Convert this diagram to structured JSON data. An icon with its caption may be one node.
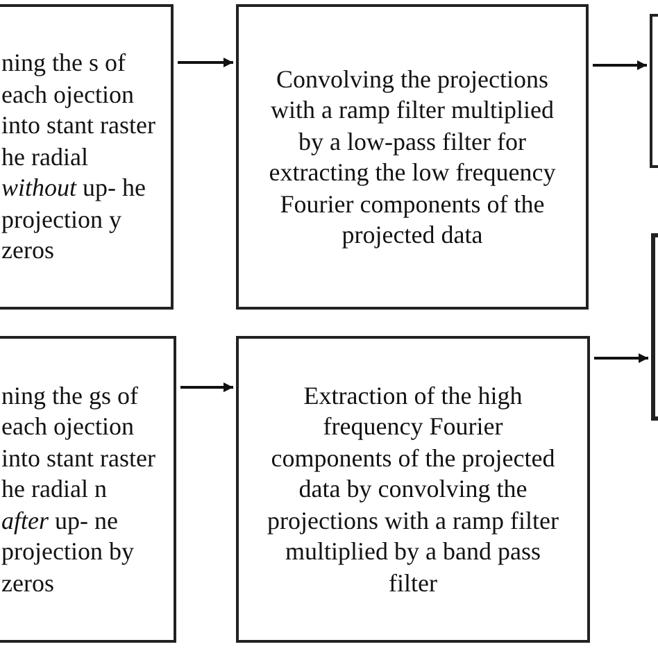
{
  "diagram": {
    "nodes": [
      {
        "text": [
          "ning the s of each ojection into stant raster he radial *without* up- he projection y zeros"
        ]
      },
      {
        "text": [
          "Convolving the projections with a ramp filter multiplied by a low-pass filter for extracting the low frequency Fourier components of the projected data"
        ]
      },
      {
        "text": [],
        "shape": "box"
      },
      {
        "text": [
          "ning the gs of each ojection into stant raster he radial n *after* up- ne projection by zeros"
        ]
      },
      {
        "text": [
          "Extraction of the high frequency Fourier components of the projected data by convolving the projections with a ramp filter multiplied by a band pass filter"
        ]
      },
      {
        "text": [],
        "shape": "box"
      }
    ],
    "edges": [
      {
        "from": 0,
        "to": 1,
        "arrow": "to"
      },
      {
        "from": 1,
        "to": 2,
        "arrow": "to"
      },
      {
        "from": 3,
        "to": 4,
        "arrow": "to"
      },
      {
        "from": 4,
        "to": 5,
        "arrow": "to"
      }
    ]
  }
}
